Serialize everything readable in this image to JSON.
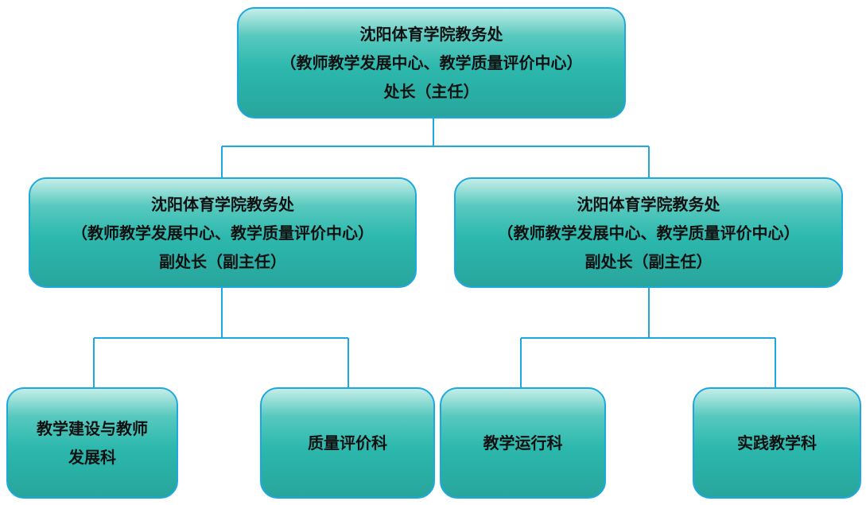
{
  "top": {
    "line1": "沈阳体育学院教务处",
    "line2": "（教师教学发展中心、教学质量评价中心）",
    "line3": "处长（主任）"
  },
  "mid_left": {
    "line1": "沈阳体育学院教务处",
    "line2": "（教师教学发展中心、教学质量评价中心）",
    "line3": "副处长（副主任）"
  },
  "mid_right": {
    "line1": "沈阳体育学院教务处",
    "line2": "（教师教学发展中心、教学质量评价中心）",
    "line3": "副处长（副主任）"
  },
  "bottom": [
    {
      "line1": "教学建设与教师",
      "line2": "发展科"
    },
    {
      "line1": "质量评价科"
    },
    {
      "line1": "教学运行科"
    },
    {
      "line1": "实践教学科"
    }
  ],
  "colors": {
    "border": "#1ea8e0",
    "fill_top": "#c4eee8",
    "fill_bottom": "#28a59c",
    "connector": "#1ea8e0"
  }
}
